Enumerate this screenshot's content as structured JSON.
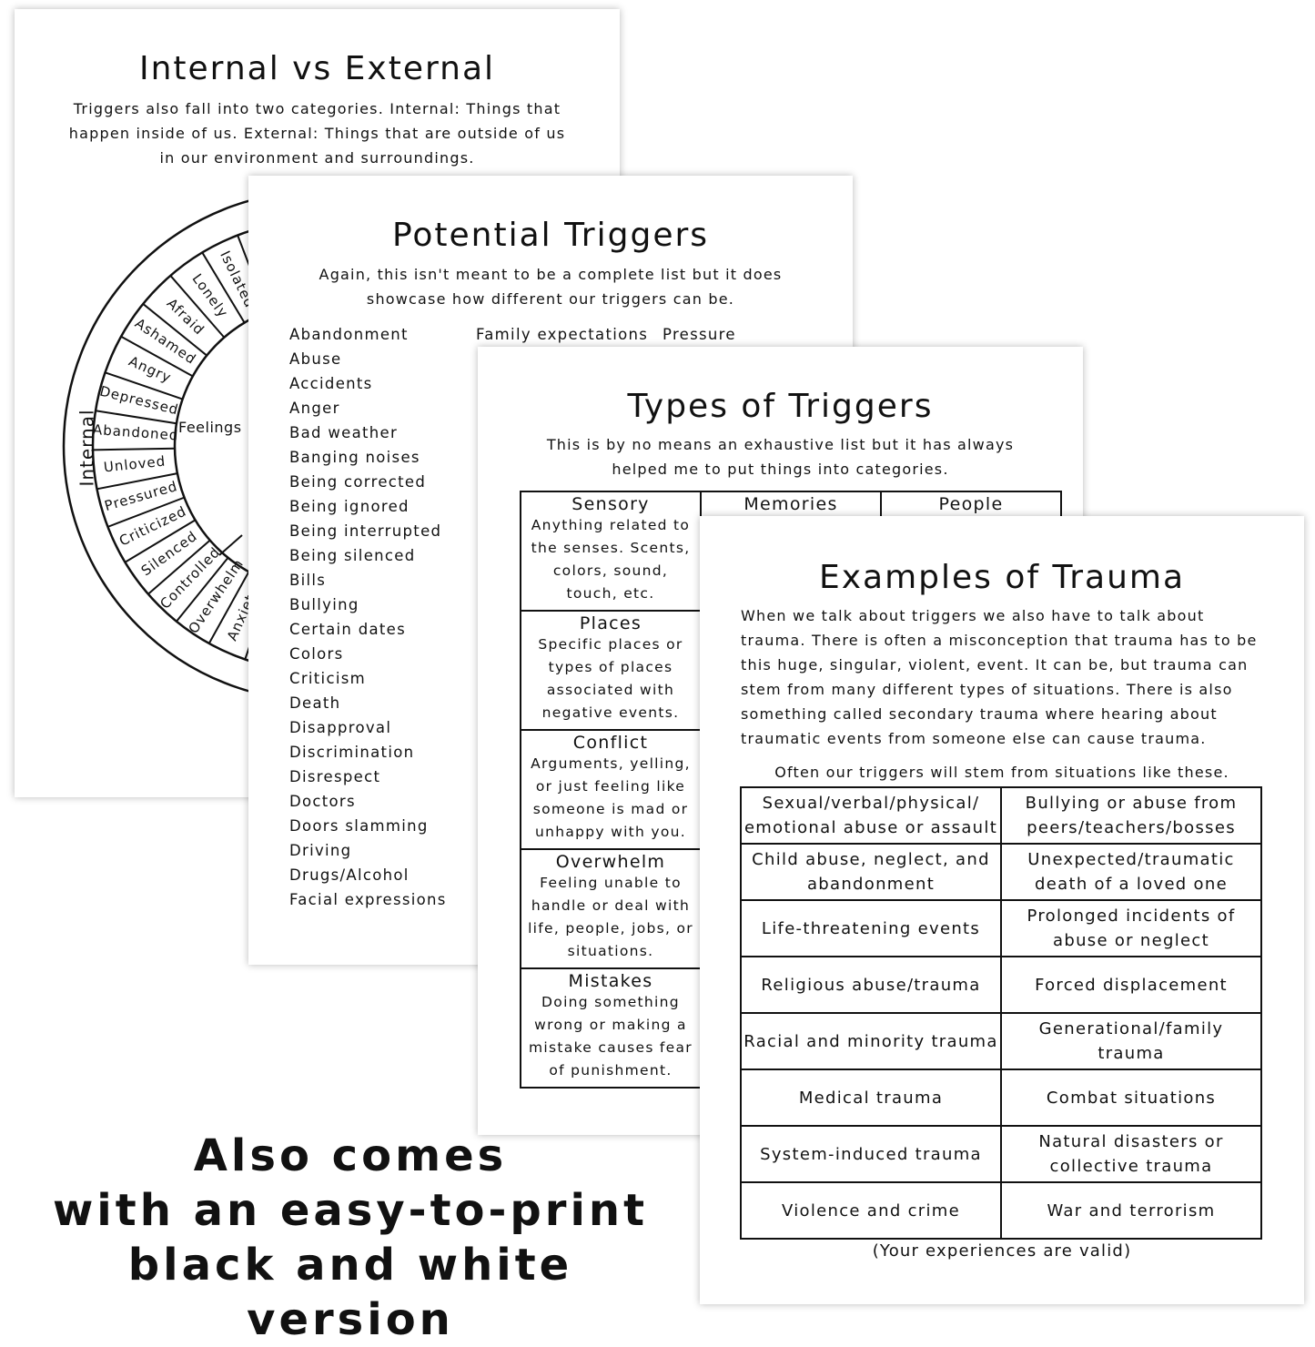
{
  "internal_external": {
    "title": "Internal vs External",
    "intro": "Triggers also fall into two categories. Internal: Things that happen inside of us. External: Things that are outside of us in our environment and surroundings.",
    "ring_label": "Internal",
    "center_label": "Feelings",
    "feelings": [
      "Isolated",
      "Lonely",
      "Afraid",
      "Ashamed",
      "Angry",
      "Depressed",
      "Abandoned",
      "Unloved",
      "Pressured",
      "Criticized",
      "Silenced",
      "Controlled",
      "Overwhelm",
      "Anxiety"
    ]
  },
  "potential_triggers": {
    "title": "Potential Triggers",
    "intro": "Again, this isn't meant to be a complete list but it does showcase how different our triggers can be.",
    "column1": [
      "Abandonment",
      "Abuse",
      "Accidents",
      "Anger",
      "Bad weather",
      "Banging noises",
      "Being corrected",
      "Being ignored",
      "Being interrupted",
      "Being silenced",
      "Bills",
      "Bullying",
      "Certain dates",
      "Colors",
      "Criticism",
      "Death",
      "Disapproval",
      "Discrimination",
      "Disrespect",
      "Doctors",
      "Doors slamming",
      "Driving",
      "Drugs/Alcohol",
      "Facial expressions"
    ],
    "column2": [
      "Family expectations"
    ],
    "column3": [
      "Pressure"
    ]
  },
  "types_of_triggers": {
    "title": "Types of Triggers",
    "intro": "This is by no means an exhaustive list but it has always helped me to put things into categories.",
    "headers": [
      "Sensory",
      "Memories",
      "People"
    ],
    "rows": [
      {
        "name": "Sensory",
        "desc": "Anything related to the senses. Scents, colors, sound, touch, etc."
      },
      {
        "name": "Places",
        "desc": "Specific places or types of places associated with negative events."
      },
      {
        "name": "Conflict",
        "desc": "Arguments, yelling, or just feeling like someone is mad or unhappy with you."
      },
      {
        "name": "Overwhelm",
        "desc": "Feeling unable to handle or deal with life, people, jobs, or situations."
      },
      {
        "name": "Mistakes",
        "desc": "Doing something wrong or making a mistake causes fear of punishment."
      }
    ]
  },
  "examples_of_trauma": {
    "title": "Examples of Trauma",
    "intro": "When we talk about triggers we also have to talk about trauma. There is often a misconception that trauma has to be this huge, singular, violent, event. It can be, but trauma can stem from many different types of situations. There is also something called secondary trauma where hearing about traumatic events from someone else can cause trauma.",
    "lead": "Often our triggers will stem from situations like these.",
    "rows": [
      [
        "Sexual/verbal/physical/ emotional abuse or assault",
        "Bullying or abuse from peers/teachers/bosses"
      ],
      [
        "Child abuse, neglect, and abandonment",
        "Unexpected/traumatic death of a loved one"
      ],
      [
        "Life-threatening events",
        "Prolonged incidents of abuse or neglect"
      ],
      [
        "Religious abuse/trauma",
        "Forced displacement"
      ],
      [
        "Racial and minority trauma",
        "Generational/family trauma"
      ],
      [
        "Medical trauma",
        "Combat situations"
      ],
      [
        "System-induced trauma",
        "Natural disasters or collective trauma"
      ],
      [
        "Violence and crime",
        "War and terrorism"
      ]
    ],
    "footer": "(Your experiences are valid)"
  },
  "promo": {
    "lines": [
      "Also comes",
      "with an easy-to-print",
      "black and white version"
    ]
  }
}
